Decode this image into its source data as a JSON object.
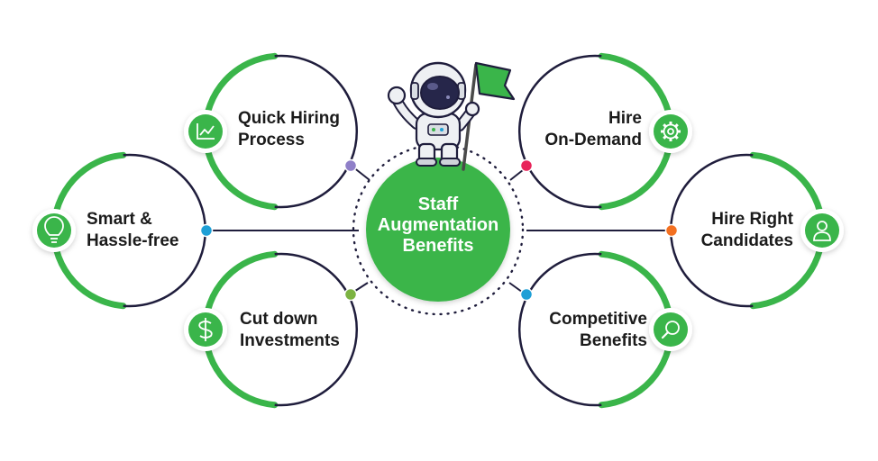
{
  "center": {
    "line1": "Staff",
    "line2": "Augmentation",
    "line3": "Benefits"
  },
  "benefits": [
    {
      "line1": "Quick Hiring",
      "line2": "Process",
      "icon": "chart-icon",
      "dot_color": "#8f7fc8"
    },
    {
      "line1": "Smart &",
      "line2": "Hassle-free",
      "icon": "lightbulb-icon",
      "dot_color": "#1e9fd6"
    },
    {
      "line1": "Cut down",
      "line2": "Investments",
      "icon": "dollar-icon",
      "dot_color": "#7cb342"
    },
    {
      "line1": "Hire",
      "line2": "On-Demand",
      "icon": "gear-icon",
      "dot_color": "#e8245a"
    },
    {
      "line1": "Hire Right",
      "line2": "Candidates",
      "icon": "user-icon",
      "dot_color": "#f37021"
    },
    {
      "line1": "Competitive",
      "line2": "Benefits",
      "icon": "search-icon",
      "dot_color": "#1e9fd6"
    }
  ],
  "colors": {
    "green": "#3ab54a",
    "navy": "#1f1d3c",
    "ring_bg": "#ffffff"
  },
  "mascot": {
    "figure": "astronaut-with-flag"
  }
}
